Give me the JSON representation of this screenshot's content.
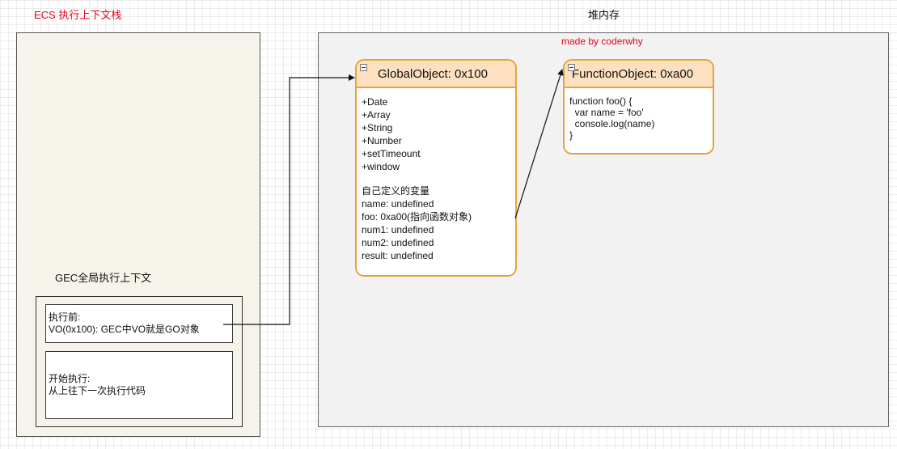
{
  "titles": {
    "ecs": "ECS 执行上下文栈",
    "heap": "堆内存",
    "credit": "made by coderwhy",
    "gec": "GEC全局执行上下文"
  },
  "gec": {
    "before_title": "执行前:",
    "before_vo": "VO(0x100): GEC中VO就是GO对象",
    "start_title": "开始执行:",
    "start_desc": "从上往下一次执行代码"
  },
  "global_object": {
    "title": "GlobalObject: 0x100",
    "builtins": [
      "+Date",
      "+Array",
      "+String",
      "+Number",
      "+setTimeount",
      "+window"
    ],
    "custom_heading": "自己定义的变量",
    "custom_vars": [
      "name: undefined",
      "foo: 0xa00(指向函数对象)",
      "num1: undefined",
      "num2: undefined",
      "result: undefined"
    ]
  },
  "function_object": {
    "title": "FunctionObject: 0xa00",
    "code": [
      "function foo() {",
      "  var name = 'foo'",
      "  console.log(name)",
      "}"
    ]
  },
  "colors": {
    "accent_red": "#e8001c",
    "object_border": "#e5a43a",
    "object_header": "#fce0c0"
  }
}
